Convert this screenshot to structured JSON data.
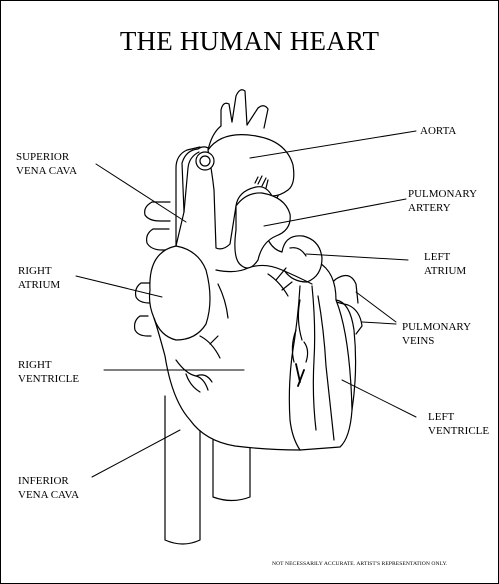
{
  "title": "THE HUMAN HEART",
  "labels": {
    "aorta": "AORTA",
    "superior_vena_cava": "SUPERIOR\nVENA CAVA",
    "pulmonary_artery": "PULMONARY\nARTERY",
    "left_atrium": "LEFT\nATRIUM",
    "right_atrium": "RIGHT\nATRIUM",
    "pulmonary_veins": "PULMONARY\nVEINS",
    "right_ventricle": "RIGHT\nVENTRICLE",
    "left_ventricle": "LEFT\nVENTRICLE",
    "inferior_vena_cava": "INFERIOR\nVENA CAVA"
  },
  "disclaimer": "NOT NECESSARILY ACCURATE. ARTIST'S REPRESENTATION ONLY.",
  "colors": {
    "ink": "#000000",
    "paper": "#ffffff"
  }
}
